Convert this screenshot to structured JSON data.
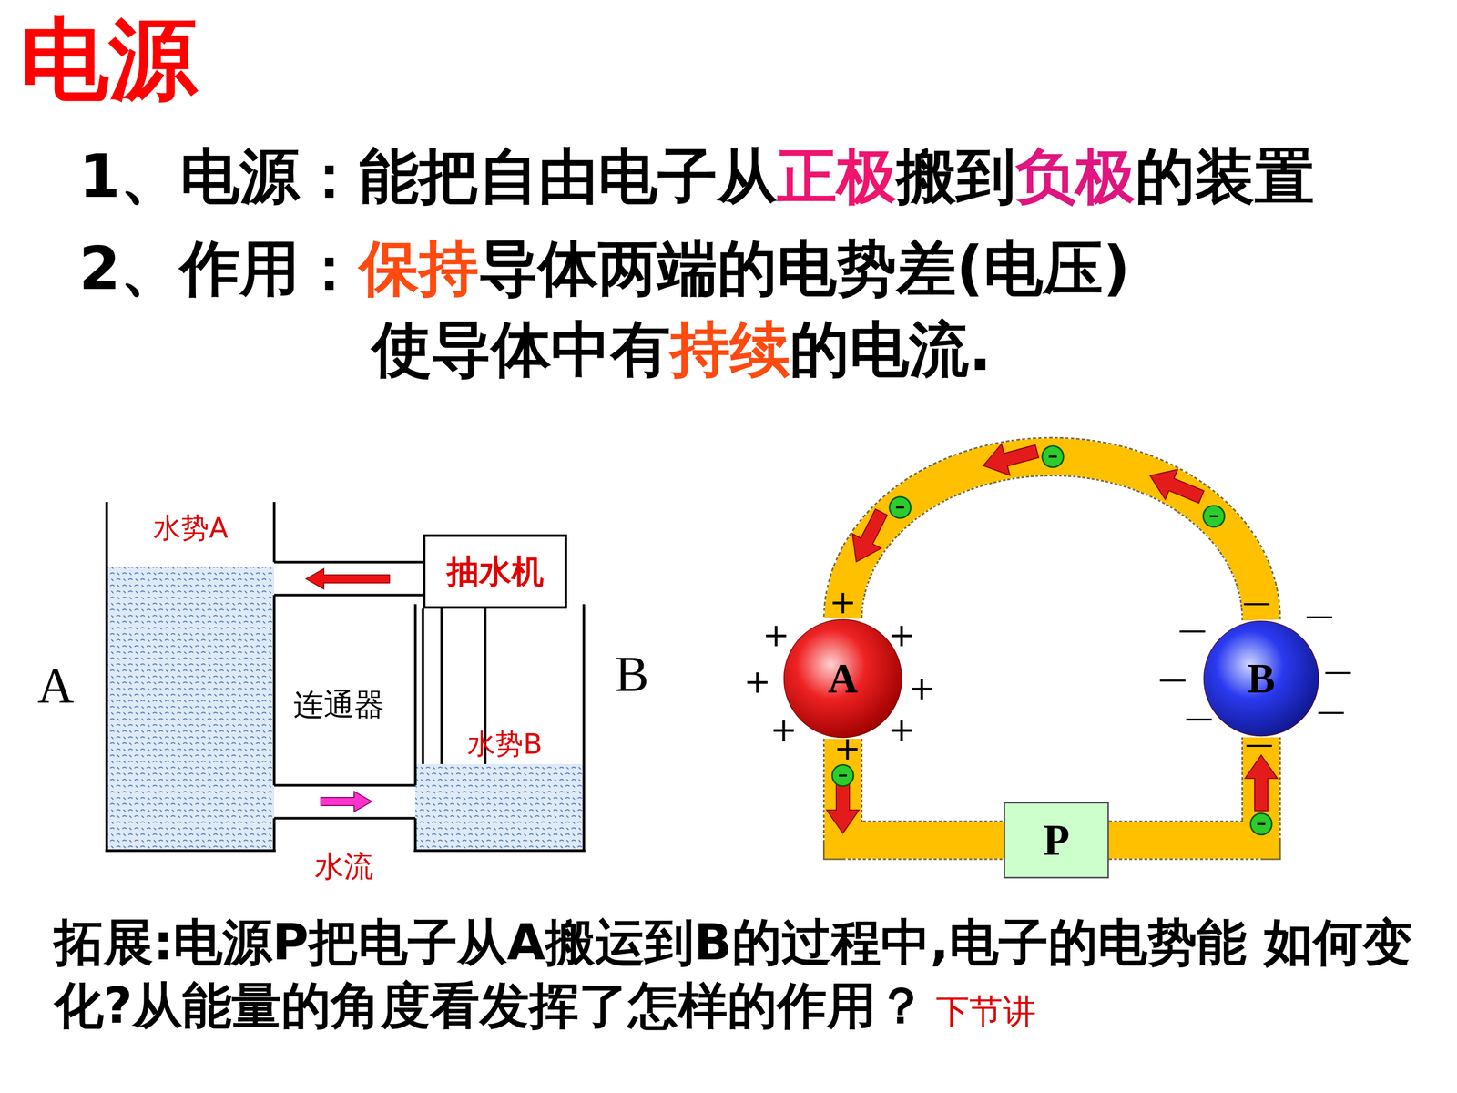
{
  "diagram": {
    "title": "电源",
    "nodes": [
      {
        "text": [
          "抽水机"
        ]
      },
      {
        "text": [
          "A"
        ]
      },
      {
        "text": [
          "B"
        ]
      },
      {
        "text": [
          "P"
        ]
      }
    ],
    "edges": [
      {
        "from": 2,
        "to": 1,
        "arrow": "to"
      },
      {
        "from": 1,
        "to": 3,
        "arrow": "to"
      },
      {
        "from": 3,
        "to": 2,
        "arrow": "to"
      }
    ],
    "labels": [
      "1、电源：能把自由电子从",
      "正极",
      "搬到",
      "负极",
      "的装置",
      "2、作用：",
      "保持",
      "导体两端的电势差(电压)",
      "使导体中有",
      "持续",
      "的电流.",
      "水势A",
      "A",
      "连通器",
      "B",
      "水势B",
      "水流",
      "+",
      "+",
      "+",
      "+",
      "+",
      "+",
      "+",
      "+",
      "—",
      "—",
      "—",
      "—",
      "—",
      "—",
      "—",
      "—",
      "拓展:电源P把电子从A搬运到B的过程中,电子的电势能 如何变化?从能量的角度看发挥了怎样的作用？",
      "下节讲"
    ]
  }
}
